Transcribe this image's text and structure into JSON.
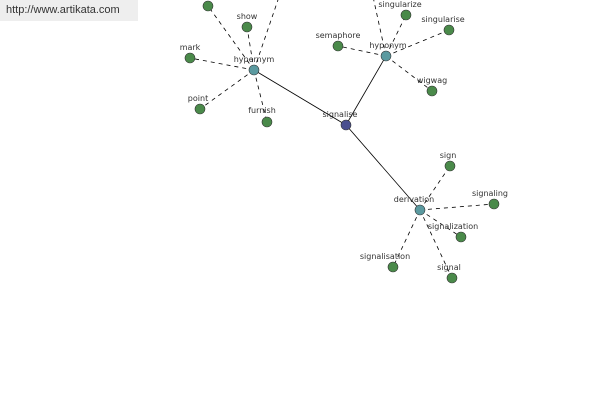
{
  "source_url": "http://www.artikata.com",
  "colors": {
    "center_node": "#4a4f8f",
    "relation_node": "#5b9aa0",
    "term_node": "#4a8a4a",
    "node_stroke": "#333333",
    "edge": "#000000"
  },
  "graph": {
    "center": {
      "id": "signalise",
      "label": "signalise"
    },
    "relations": [
      {
        "id": "hypernym",
        "label": "hypernym"
      },
      {
        "id": "hyponym",
        "label": "hyponym"
      },
      {
        "id": "derivation",
        "label": "derivation"
      }
    ],
    "terms": [
      {
        "id": "t-edge-left",
        "label": "",
        "relation": "hypernym"
      },
      {
        "id": "t-edge-right",
        "label": "",
        "relation": "hypernym"
      },
      {
        "id": "t-show",
        "label": "show",
        "relation": "hypernym"
      },
      {
        "id": "t-mark",
        "label": "mark",
        "relation": "hypernym"
      },
      {
        "id": "t-point",
        "label": "point",
        "relation": "hypernym"
      },
      {
        "id": "t-furnish",
        "label": "furnish",
        "relation": "hypernym"
      },
      {
        "id": "t-edge-top",
        "label": "",
        "relation": "hyponym"
      },
      {
        "id": "t-singularize",
        "label": "singularize",
        "relation": "hyponym"
      },
      {
        "id": "t-singularise",
        "label": "singularise",
        "relation": "hyponym"
      },
      {
        "id": "t-semaphore",
        "label": "semaphore",
        "relation": "hyponym"
      },
      {
        "id": "t-wigwag",
        "label": "wigwag",
        "relation": "hyponym"
      },
      {
        "id": "t-sign",
        "label": "sign",
        "relation": "derivation"
      },
      {
        "id": "t-signaling",
        "label": "signaling",
        "relation": "derivation"
      },
      {
        "id": "t-signalization",
        "label": "signalization",
        "relation": "derivation"
      },
      {
        "id": "t-signal",
        "label": "signal",
        "relation": "derivation"
      },
      {
        "id": "t-signalisation",
        "label": "signalisation",
        "relation": "derivation"
      }
    ]
  }
}
